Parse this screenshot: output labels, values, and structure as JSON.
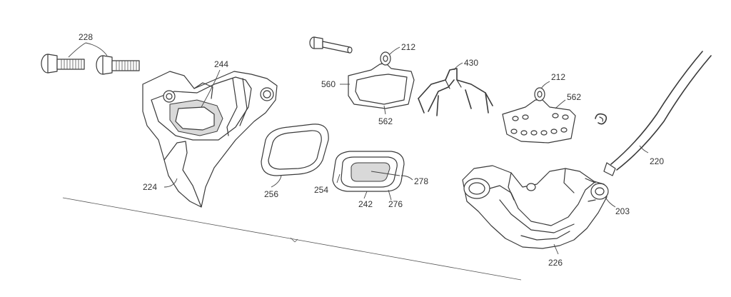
{
  "figure": {
    "labels": {
      "screws": "228",
      "inner_body": "244",
      "outer_body": "224",
      "seal_ring": "256",
      "piston_outer": "254",
      "piston_cup": "242",
      "piston_rim": "276",
      "piston_inner": "278",
      "pin": "212",
      "pad_backing": "560",
      "pad_material": "562",
      "spring": "430",
      "pin_right": "212",
      "pad_right": "562",
      "hose": "220",
      "fitting": "203",
      "caliper": "226"
    }
  }
}
